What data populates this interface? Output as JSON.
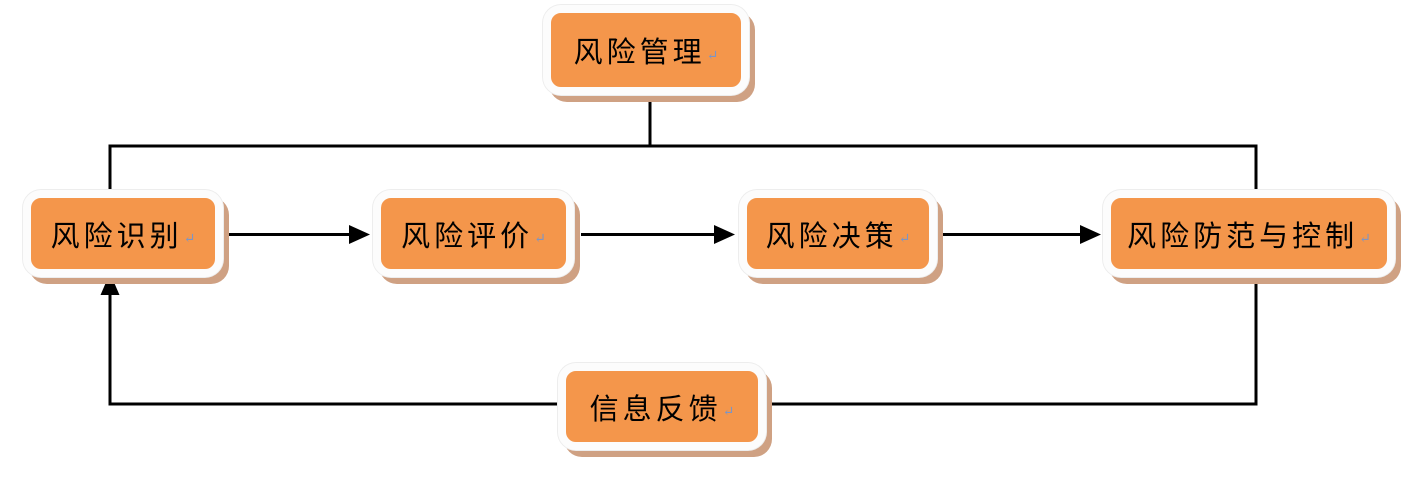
{
  "diagram": {
    "type": "flowchart",
    "paragraph_mark": "↵",
    "colors": {
      "node_fill": "#F4964B",
      "node_border": "#FCFCFC",
      "node_shadow": "#CFA183",
      "connector": "#000000",
      "paragraph_mark": "#7D95C4",
      "background": "#FFFFFF"
    },
    "nodes": [
      {
        "id": "risk-management",
        "label": "风险管理"
      },
      {
        "id": "risk-identification",
        "label": "风险识别"
      },
      {
        "id": "risk-evaluation",
        "label": "风险评价"
      },
      {
        "id": "risk-decision",
        "label": "风险决策"
      },
      {
        "id": "risk-prevention",
        "label": "风险防范与控制"
      },
      {
        "id": "information-feedback",
        "label": "信息反馈"
      }
    ],
    "edges": [
      {
        "from": "risk-management",
        "to": "risk-identification",
        "style": "line"
      },
      {
        "from": "risk-management",
        "to": "risk-prevention",
        "style": "line"
      },
      {
        "from": "risk-identification",
        "to": "risk-evaluation",
        "style": "arrow"
      },
      {
        "from": "risk-evaluation",
        "to": "risk-decision",
        "style": "arrow"
      },
      {
        "from": "risk-decision",
        "to": "risk-prevention",
        "style": "arrow"
      },
      {
        "from": "risk-prevention",
        "to": "information-feedback",
        "style": "line"
      },
      {
        "from": "information-feedback",
        "to": "risk-identification",
        "style": "arrow"
      }
    ]
  }
}
